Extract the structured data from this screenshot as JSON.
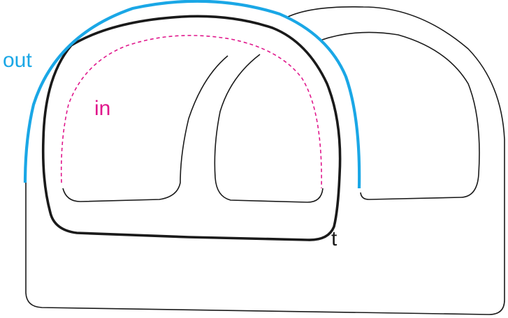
{
  "labels": {
    "out": "out",
    "in": "in",
    "t": "t"
  },
  "colors": {
    "out_curve": "#1aa7e6",
    "in_curve": "#e0188c",
    "t_curve": "#1a1a1a",
    "surface_lines": "#1a1a1a",
    "background": "#ffffff"
  }
}
